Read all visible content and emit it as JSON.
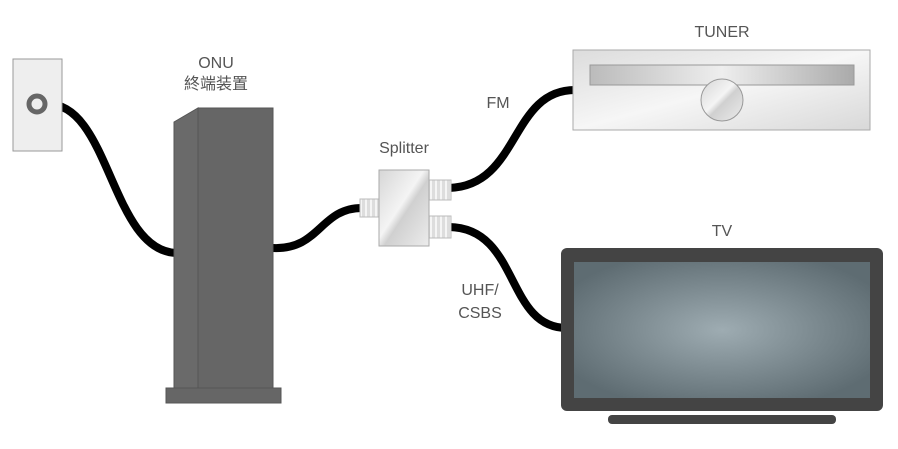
{
  "labels": {
    "onu": "ONU",
    "onu_jp": "終端装置",
    "splitter": "Splitter",
    "fm": "FM",
    "tuner": "TUNER",
    "tv": "TV",
    "uhf_line1": "UHF/",
    "uhf_line2": "CSBS"
  },
  "colors": {
    "cable": "#000000",
    "onu": "#666666",
    "tv_frame": "#444444",
    "text": "#555555"
  }
}
